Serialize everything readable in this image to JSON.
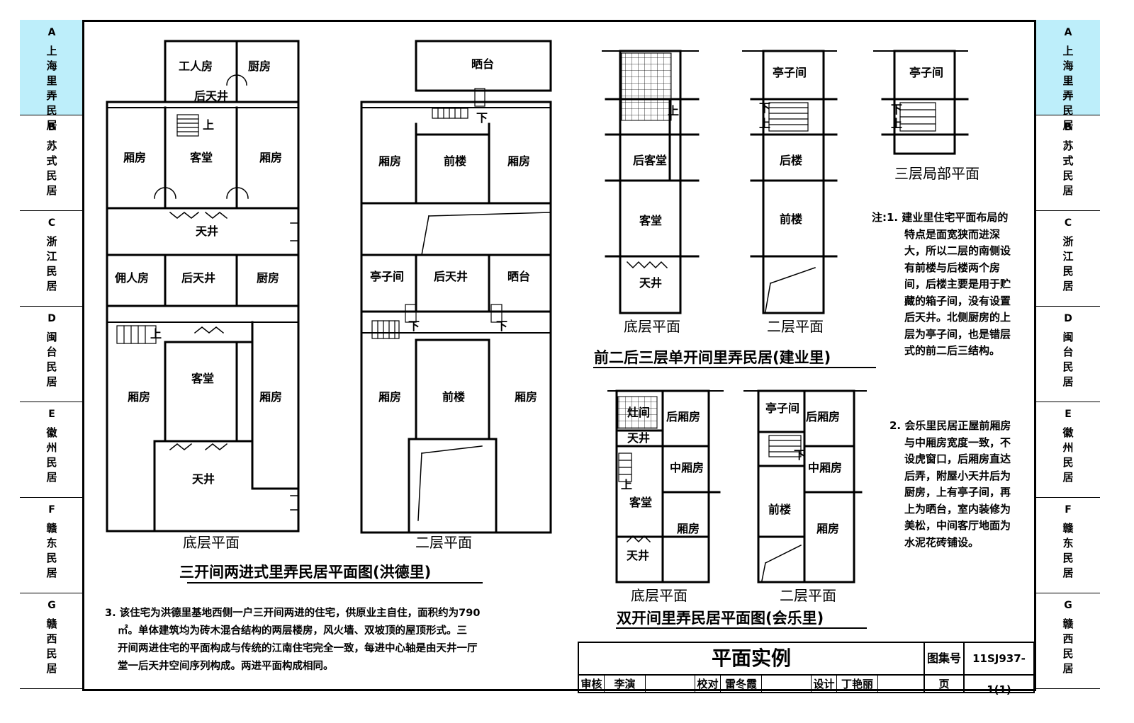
{
  "tabs": [
    {
      "letter": "A",
      "name": "上海里弄民居",
      "active": true
    },
    {
      "letter": "B",
      "name": "苏式民居",
      "active": false
    },
    {
      "letter": "C",
      "name": "浙江民居",
      "active": false
    },
    {
      "letter": "D",
      "name": "闽台民居",
      "active": false
    },
    {
      "letter": "E",
      "name": "徽州民居",
      "active": false
    },
    {
      "letter": "F",
      "name": "赣东民居",
      "active": false
    },
    {
      "letter": "G",
      "name": "赣西民居",
      "active": false
    }
  ],
  "hongde": {
    "title": "三开间两进式里弄民居平面图(洪德里)",
    "ground": {
      "caption": "底层平面",
      "rooms": {
        "gongren": "工人房",
        "chufang": "厨房",
        "houtianjing": "后天井",
        "xiangfang_l": "厢房",
        "ketang": "客堂",
        "xiangfang_r": "厢房",
        "tianjing": "天井",
        "yongren": "佣人房",
        "houtianjing2": "后天井",
        "chufang2": "厨房",
        "ketang2": "客堂",
        "xiangfang_l2": "厢房",
        "xiangfang_r2": "厢房",
        "tianjing2": "天井"
      },
      "up": "上"
    },
    "upper": {
      "caption": "二层平面",
      "rooms": {
        "shaitai": "晒台",
        "xiangfang_l": "厢房",
        "qianlou": "前楼",
        "xiangfang_r": "厢房",
        "tingzijian": "亭子间",
        "houtianjing": "后天井",
        "shaitai2": "晒台",
        "xiangfang_l2": "厢房",
        "qianlou2": "前楼",
        "xiangfang_r2": "厢房"
      },
      "down": "下"
    }
  },
  "jianye": {
    "title": "前二后三层单开间里弄民居(建业里)",
    "ground": {
      "caption": "底层平面",
      "rooms": {
        "houketang": "后客堂",
        "ketang": "客堂",
        "tianjing": "天井"
      },
      "up": "上"
    },
    "second": {
      "caption": "二层平面",
      "rooms": {
        "tingzijian": "亭子间",
        "houlou": "后楼",
        "qianlou": "前楼"
      },
      "up": "上",
      "down": "下"
    },
    "third": {
      "caption": "三层局部平面",
      "rooms": {
        "tingzijian": "亭子间"
      },
      "up": "上",
      "down": "下"
    }
  },
  "huile": {
    "title": "双开间里弄民居平面图(会乐里)",
    "ground": {
      "caption": "底层平面",
      "rooms": {
        "zaojian": "灶间",
        "houxiangfang": "后厢房",
        "tianjing_s": "天井",
        "zhongxiangfang": "中厢房",
        "ketang": "客堂",
        "xiangfang": "厢房",
        "tianjing": "天井"
      },
      "up": "上"
    },
    "second": {
      "caption": "二层平面",
      "rooms": {
        "tingzijian": "亭子间",
        "houxiangfang": "后厢房",
        "zhongxiangfang": "中厢房",
        "qianlou": "前楼",
        "xiangfang": "厢房"
      },
      "down": "下"
    }
  },
  "notes": {
    "n1_lines": [
      "注:1. 建业里住宅平面布局的",
      "特点是面宽狭而进深",
      "大，所以二层的南侧设",
      "有前楼与后楼两个房",
      "间，后楼主要是用于贮",
      "藏的箱子间，没有设置",
      "后天井。北侧厨房的上",
      "层为亭子间，也是错层",
      "式的前二后三结构。"
    ],
    "n2_lines": [
      "2. 会乐里民居正屋前厢房",
      "与中厢房宽度一致，不",
      "设虎窗口，后厢房直达",
      "后弄，附屋小天井后为",
      "厨房，上有亭子间，再",
      "上为晒台，室内装修为",
      "美松，中间客厅地面为",
      "水泥花砖铺设。"
    ],
    "n3_lines": [
      "3. 该住宅为洪德里基地西侧一户三开间两进的住宅，供原业主自住，面积约为790",
      "㎡。单体建筑均为砖木混合结构的两层楼房，风火墙、双坡顶的屋顶形式。三",
      "开间两进住宅的平面构成与传统的江南住宅完全一致，每进中心轴是由天井一厅",
      "堂一后天井空间序列构成。两进平面构成相同。"
    ]
  },
  "titleblock": {
    "title": "平面实例",
    "atlas_label": "图集号",
    "atlas_no": "11SJ937-1(1)",
    "review_label": "审核",
    "review_name": "李演",
    "check_label": "校对",
    "check_name": "雷冬霞",
    "design_label": "设计",
    "design_name": "丁艳丽",
    "page_label": "页"
  }
}
